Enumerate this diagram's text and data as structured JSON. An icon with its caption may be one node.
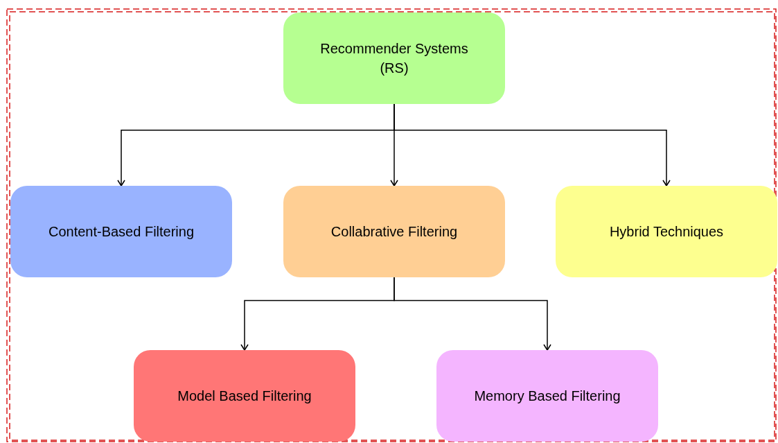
{
  "diagram": {
    "nodes": [
      {
        "text": [
          "Recommender Systems (RS)"
        ]
      },
      {
        "text": [
          "Content-Based Filtering"
        ]
      },
      {
        "text": [
          "Collabrative Filtering"
        ]
      },
      {
        "text": [
          "Hybrid Techniques"
        ]
      },
      {
        "text": [
          "Model Based Filtering"
        ]
      },
      {
        "text": [
          "Memory Based Filtering"
        ]
      }
    ],
    "edges": [
      {
        "from": 0,
        "to": 1,
        "arrow": "to"
      },
      {
        "from": 0,
        "to": 2,
        "arrow": "to"
      },
      {
        "from": 0,
        "to": 3,
        "arrow": "to"
      },
      {
        "from": 2,
        "to": 4,
        "arrow": "to"
      },
      {
        "from": 2,
        "to": 5,
        "arrow": "to"
      }
    ]
  }
}
